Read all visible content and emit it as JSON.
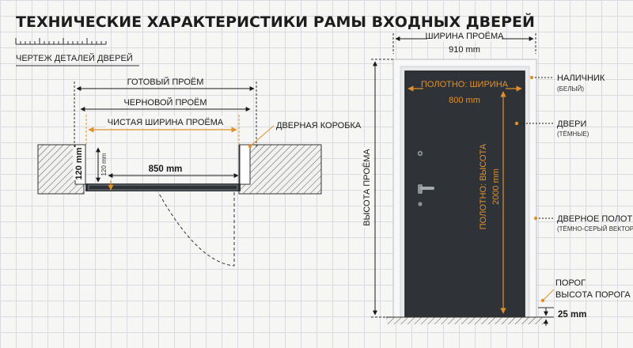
{
  "title": "ТЕХНИЧЕСКИЕ ХАРАКТЕРИСТИКИ РАМЫ ВХОДНЫХ ДВЕРЕЙ",
  "subtitle": "ЧЕРТЕЖ ДЕТАЛЕЙ ДВЕРЕЙ",
  "plan": {
    "finished_opening": "ГОТОВЫЙ ПРОЁМ",
    "rough_opening": "ЧЕРНОВОЙ ПРОЁМ",
    "clear_width": "ЧИСТАЯ ШИРИНА ПРОЁМА",
    "door_frame": "ДВЕРНАЯ КОРОБКА",
    "wall_depth": "120 mm",
    "frame_depth": "120 mm",
    "width": "850 mm"
  },
  "elevation": {
    "opening_width_label": "ШИРИНА ПРОЁМА",
    "opening_width_value": "910 mm",
    "leaf_width_label": "ПОЛОТНО: ШИРИНА",
    "leaf_width_value": "800 mm",
    "leaf_height_label": "ПОЛОТНО: ВЫСОТА",
    "leaf_height_value": "2000 mm",
    "opening_height_label": "ВЫСОТА ПРОЁМА",
    "threshold_value": "25 mm"
  },
  "callouts": {
    "casing": "НАЛИЧНИК",
    "casing_note": "(БЕЛЫЙ)",
    "doors": "ДВЕРИ",
    "doors_note": "(ТЁМНЫЕ)",
    "leaf": "ДВЕРНОЕ ПОЛОТНО",
    "leaf_note": "(ТЁМНО-СЕРЫЙ ВЕКТОР)",
    "threshold": "ПОРОГ",
    "threshold_height": "ВЫСОТА ПОРОГА"
  },
  "colors": {
    "accent": "#e0902a",
    "door": "#2f3338",
    "casing": "#f8f8f8",
    "ink": "#1a1a1a"
  }
}
